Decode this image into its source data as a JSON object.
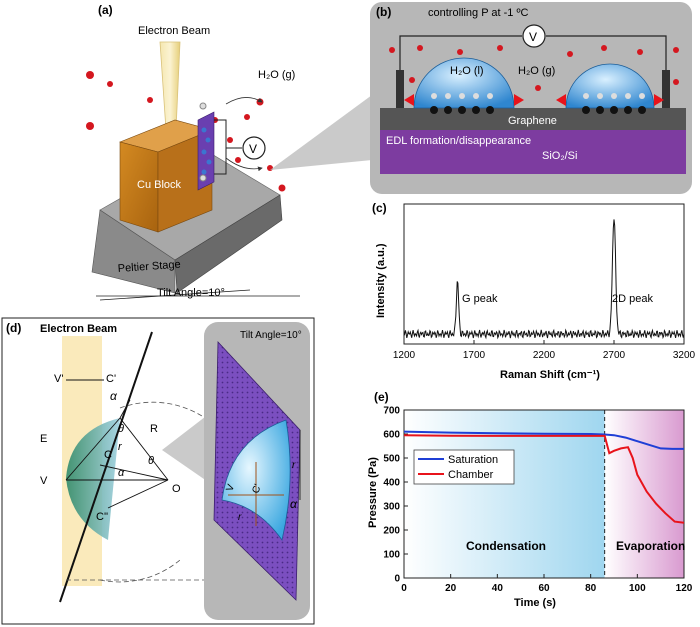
{
  "panel_a": {
    "label": "(a)",
    "electron_beam": "Electron Beam",
    "h2o_gas": "H₂O (g)",
    "voltmeter": "V",
    "cu_block": "Cu Block",
    "peltier_stage": "Peltier Stage",
    "tilt_angle": "Tilt Angle=10°"
  },
  "panel_b": {
    "label": "(b)",
    "title": "controlling P at -1 ºC",
    "voltmeter": "V",
    "h2o_liquid": "H₂O (l)",
    "h2o_gas": "H₂O (g)",
    "graphene": "Graphene",
    "edl": "EDL formation/disappearance",
    "substrate": "SiO₂/Si"
  },
  "panel_c": {
    "label": "(c)",
    "chart_data": {
      "type": "line",
      "xlabel": "Raman Shift (cm⁻¹)",
      "ylabel": "Intensity (a.u.)",
      "xlim": [
        1200,
        3200
      ],
      "xticks": [
        "1200",
        "1700",
        "2200",
        "2700",
        "3200"
      ],
      "annotations": [
        "G peak",
        "2D peak"
      ],
      "peaks": [
        {
          "name": "G",
          "x": 1582,
          "height": 0.45
        },
        {
          "name": "2D",
          "x": 2700,
          "height": 1.0
        }
      ]
    }
  },
  "panel_d": {
    "label": "(d)",
    "electron_beam": "Electron Beam",
    "tilt_angle": "Tilt Angle=10°",
    "points": [
      "V'",
      "C'",
      "E",
      "V",
      "C",
      "C''",
      "O",
      "R",
      "r"
    ],
    "greek": [
      "α",
      "θ"
    ]
  },
  "panel_e": {
    "label": "(e)",
    "chart_data": {
      "type": "line",
      "xlabel": "Time (s)",
      "ylabel": "Pressure (Pa)",
      "xlim": [
        0,
        120
      ],
      "ylim": [
        0,
        700
      ],
      "xticks": [
        "0",
        "20",
        "40",
        "60",
        "80",
        "100",
        "120"
      ],
      "yticks": [
        "0",
        "100",
        "200",
        "300",
        "400",
        "500",
        "600",
        "700"
      ],
      "regions": [
        "Condensation",
        "Evaporation"
      ],
      "series": [
        {
          "name": "Saturation",
          "color": "#1f3fd6",
          "x": [
            0,
            20,
            40,
            60,
            80,
            86,
            90,
            95,
            100,
            105,
            110,
            115,
            120
          ],
          "y": [
            610,
            606,
            603,
            601,
            600,
            598,
            595,
            585,
            570,
            555,
            540,
            538,
            538
          ]
        },
        {
          "name": "Chamber",
          "color": "#e8131b",
          "x": [
            0,
            20,
            40,
            60,
            80,
            86,
            88,
            90,
            93,
            96,
            98,
            100,
            104,
            108,
            112,
            116,
            120
          ],
          "y": [
            595,
            593,
            592,
            592,
            592,
            592,
            520,
            530,
            540,
            545,
            500,
            430,
            360,
            310,
            270,
            235,
            230
          ]
        }
      ]
    }
  },
  "colors": {
    "cu_block": "#c87e1e",
    "peltier": "#7a7a7a",
    "substrate_purple": "#7d3ca0",
    "graphene_dark": "#555555",
    "droplet_blue": "#3e9ee0",
    "water_red": "#d4171f",
    "beam_yellow": "#f4e2a0",
    "saturation_blue": "#1f3fd6",
    "chamber_red": "#e8131b"
  }
}
